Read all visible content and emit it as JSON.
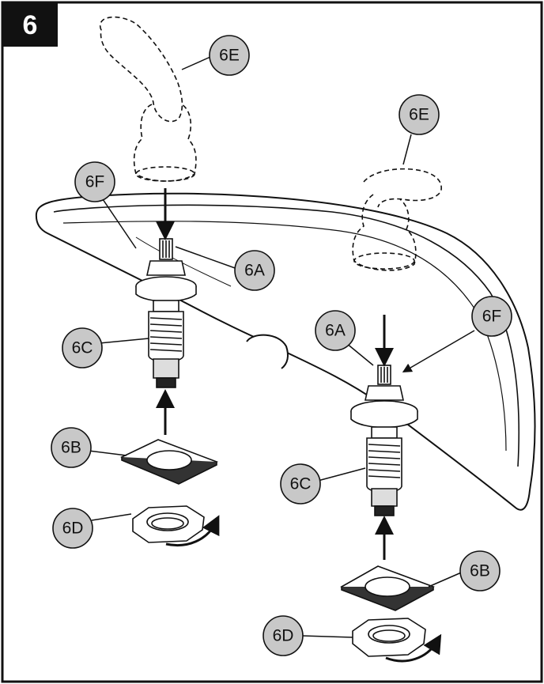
{
  "step": {
    "number": "6"
  },
  "callouts": {
    "left_handle": "6E",
    "right_handle": "6E",
    "left_flange": "6F",
    "right_flange": "6F",
    "left_stem": "6A",
    "right_stem": "6A",
    "left_valve": "6C",
    "right_valve": "6C",
    "left_gasket": "6B",
    "right_gasket": "6B",
    "left_nut": "6D",
    "right_nut": "6D"
  }
}
